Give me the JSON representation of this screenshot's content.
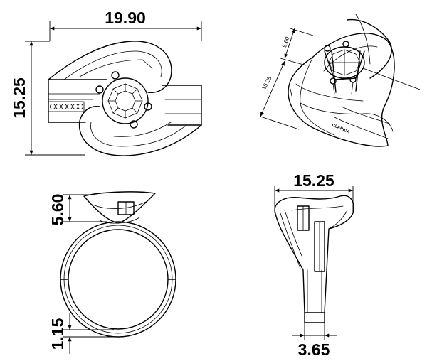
{
  "dimensions": {
    "front_width": "19.90",
    "front_height": "15.25",
    "side_head_height": "5.60",
    "side_band_thickness": "1.15",
    "end_width": "15.25",
    "end_band_width": "3.65",
    "iso_height": "15.25",
    "iso_head_height": "5.60"
  },
  "engraving": "CLARIDA"
}
